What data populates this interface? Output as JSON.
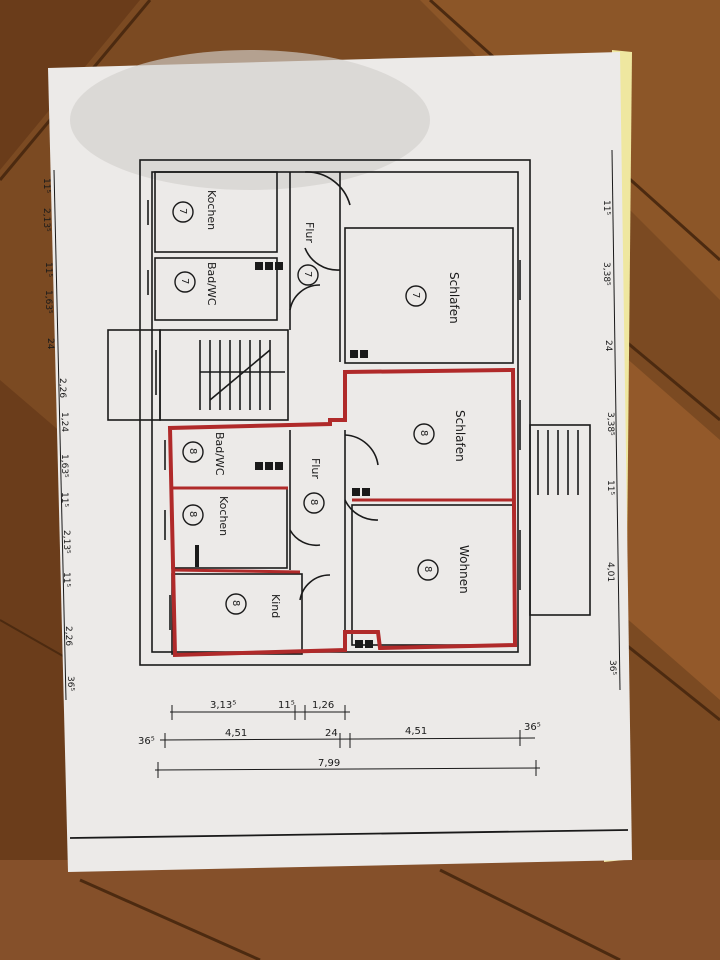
{
  "colors": {
    "wood_dark": "#5e3516",
    "wood_light": "#9a6233",
    "paper": "#eceae8",
    "line": "#1a1a1a",
    "highlight": "#b02a2a",
    "yellow_sheet": "#efe7a0"
  },
  "rooms": [
    {
      "id": "kochen-7",
      "name": "Kochen",
      "number": "7"
    },
    {
      "id": "bad-7",
      "name": "Bad/WC",
      "number": "7"
    },
    {
      "id": "flur-7",
      "name": "Flur",
      "number": "7"
    },
    {
      "id": "schlafen-7",
      "name": "Schlafen",
      "number": "7"
    },
    {
      "id": "schlafen-8",
      "name": "Schlafen",
      "number": "8"
    },
    {
      "id": "bad-8",
      "name": "Bad/WC",
      "number": "8"
    },
    {
      "id": "flur-8",
      "name": "Flur",
      "number": "8"
    },
    {
      "id": "kochen-8",
      "name": "Kochen",
      "number": "8"
    },
    {
      "id": "wohnen-8",
      "name": "Wohnen",
      "number": "8"
    },
    {
      "id": "kind-8",
      "name": "Kind",
      "number": "8"
    }
  ],
  "dims": {
    "left": [
      "11⁵",
      "2,13⁵",
      "11⁵",
      "1,63⁵",
      "24",
      "2,26",
      "1,24",
      "1,63⁵",
      "11⁵",
      "2,13⁵",
      "11⁵",
      "2,26",
      "36⁵"
    ],
    "right": [
      "11⁵",
      "3,38⁵",
      "24",
      "3,38⁵",
      "11⁵",
      "4,01",
      "36⁵"
    ],
    "bottom_row1": [
      "3,13⁵",
      "11⁵",
      "1,26"
    ],
    "bottom_row2": [
      "36⁵",
      "4,51",
      "24",
      "4,51",
      "36⁵"
    ],
    "bottom_total": "7,99"
  }
}
